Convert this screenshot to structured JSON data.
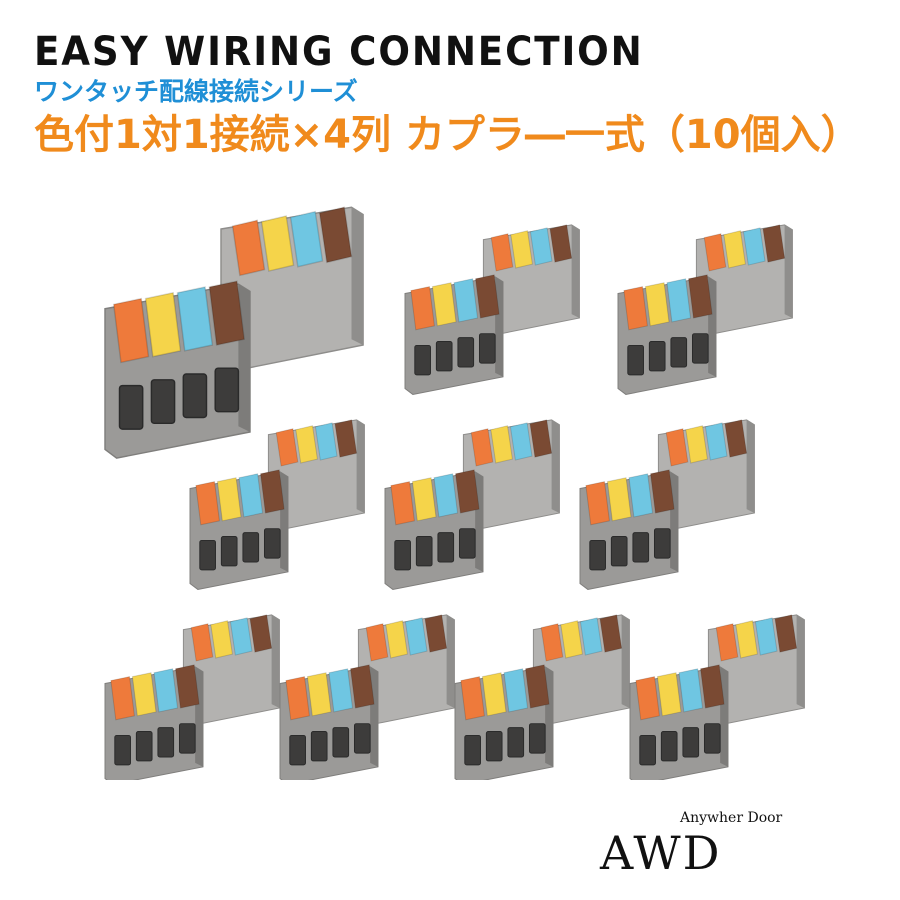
{
  "header": {
    "title_en": "EASY WIRING CONNECTION",
    "title_jp": "ワンタッチ配線接続シリーズ",
    "subtitle_jp": "色付1対1接続×4列 カプラ―一式（10個入）"
  },
  "product": {
    "item": "wire-connector",
    "count": 10,
    "lever_colors": [
      "#ee7a3b",
      "#f5d44a",
      "#6fc6e2",
      "#7a4a33"
    ],
    "body_color": "#9b9a98"
  },
  "logo": {
    "tagline": "Anywher Door",
    "text": "AWD"
  },
  "colors": {
    "title": "#111111",
    "accent_blue": "#1f8fd6",
    "accent_orange": "#f08a1c"
  }
}
